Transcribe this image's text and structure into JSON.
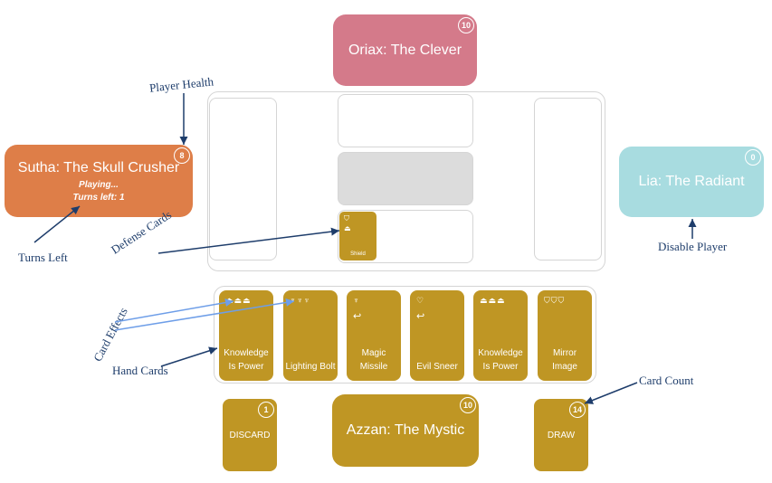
{
  "colors": {
    "card_gold": "#bf9624",
    "top_player": "#d47a8a",
    "active_player": "#de7e48",
    "disabled_player": "#a8dce0",
    "annotation": "#1e3d6b",
    "arrow_light": "#6e9ee8"
  },
  "players": {
    "top": {
      "name": "Oriax: The Clever",
      "health": "10"
    },
    "left": {
      "name": "Sutha: The Skull Crusher",
      "health": "8",
      "status": "Playing...",
      "turns": "Turns left: 1"
    },
    "right": {
      "name": "Lia: The Radiant",
      "health": "0"
    },
    "bottom": {
      "name": "Azzan: The Mystic",
      "health": "10"
    }
  },
  "board": {
    "defense_card": {
      "name": "Shield",
      "effects": [
        "shield-icon",
        "bell-icon"
      ]
    }
  },
  "hand": [
    {
      "name": "Knowledge Is Power",
      "effects": [
        "draw-icon",
        "draw-icon",
        "draw-icon"
      ]
    },
    {
      "name": "Lighting Bolt",
      "effects": [
        "trident-icon",
        "trident-icon",
        "trident-icon"
      ]
    },
    {
      "name": "Magic Missile",
      "effects": [
        "trident-icon",
        "return-icon"
      ]
    },
    {
      "name": "Evil Sneer",
      "effects": [
        "heart-icon",
        "return-icon"
      ]
    },
    {
      "name": "Knowledge Is Power",
      "effects": [
        "draw-icon",
        "draw-icon",
        "draw-icon"
      ]
    },
    {
      "name": "Mirror Image",
      "effects": [
        "shield-icon",
        "shield-icon",
        "shield-icon"
      ]
    }
  ],
  "piles": {
    "discard": {
      "label": "DISCARD",
      "count": "1"
    },
    "draw": {
      "label": "DRAW",
      "count": "14"
    }
  },
  "annotations": {
    "player_health": "Player Health",
    "turns_left": "Turns Left",
    "defense_cards": "Defense Cards",
    "disable_player": "Disable Player",
    "card_effects": "Card Effects",
    "hand_cards": "Hand Cards",
    "card_count": "Card Count"
  }
}
